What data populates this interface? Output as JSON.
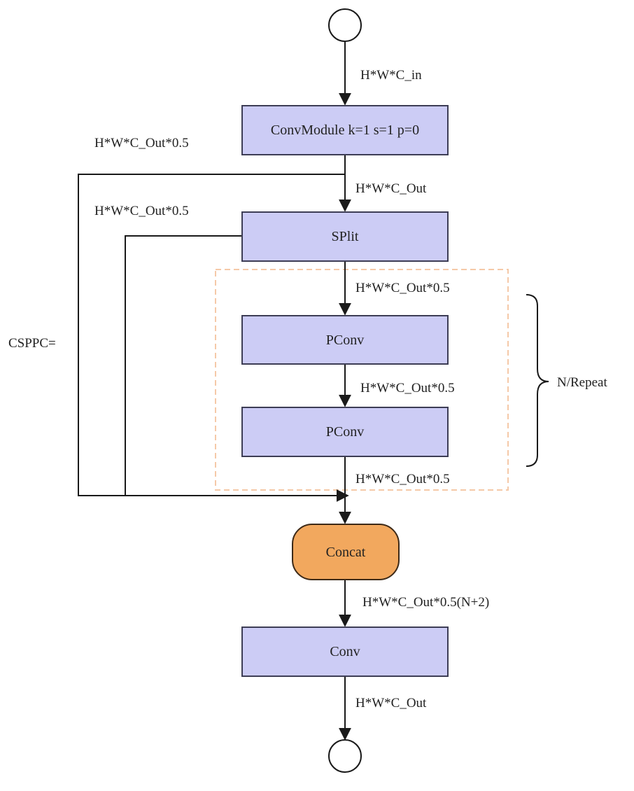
{
  "diagram": {
    "prefix_label": "CSPPC=",
    "repeat_label": "N/Repeat",
    "nodes": {
      "conv_module": "ConvModule k=1 s=1 p=0",
      "split": "SPlit",
      "pconv_1": "PConv",
      "pconv_2": "PConv",
      "concat": "Concat",
      "conv": "Conv"
    },
    "edge_labels": {
      "input": "H*W*C_in",
      "conv_module_out": "H*W*C_Out",
      "outer_branch": "H*W*C_Out*0.5",
      "inner_branch": "H*W*C_Out*0.5",
      "split_out": "H*W*C_Out*0.5",
      "pconv_mid": "H*W*C_Out*0.5",
      "pconv_out": "H*W*C_Out*0.5",
      "concat_out": "H*W*C_Out*0.5(N+2)",
      "output": "H*W*C_Out"
    },
    "colors": {
      "box_fill": "#ccccf5",
      "box_stroke": "#3d3d55",
      "concat_fill": "#f2a85e",
      "concat_stroke": "#3d2a18",
      "line": "#1a1a1a",
      "dashed_border": "#f5c9a8"
    }
  }
}
